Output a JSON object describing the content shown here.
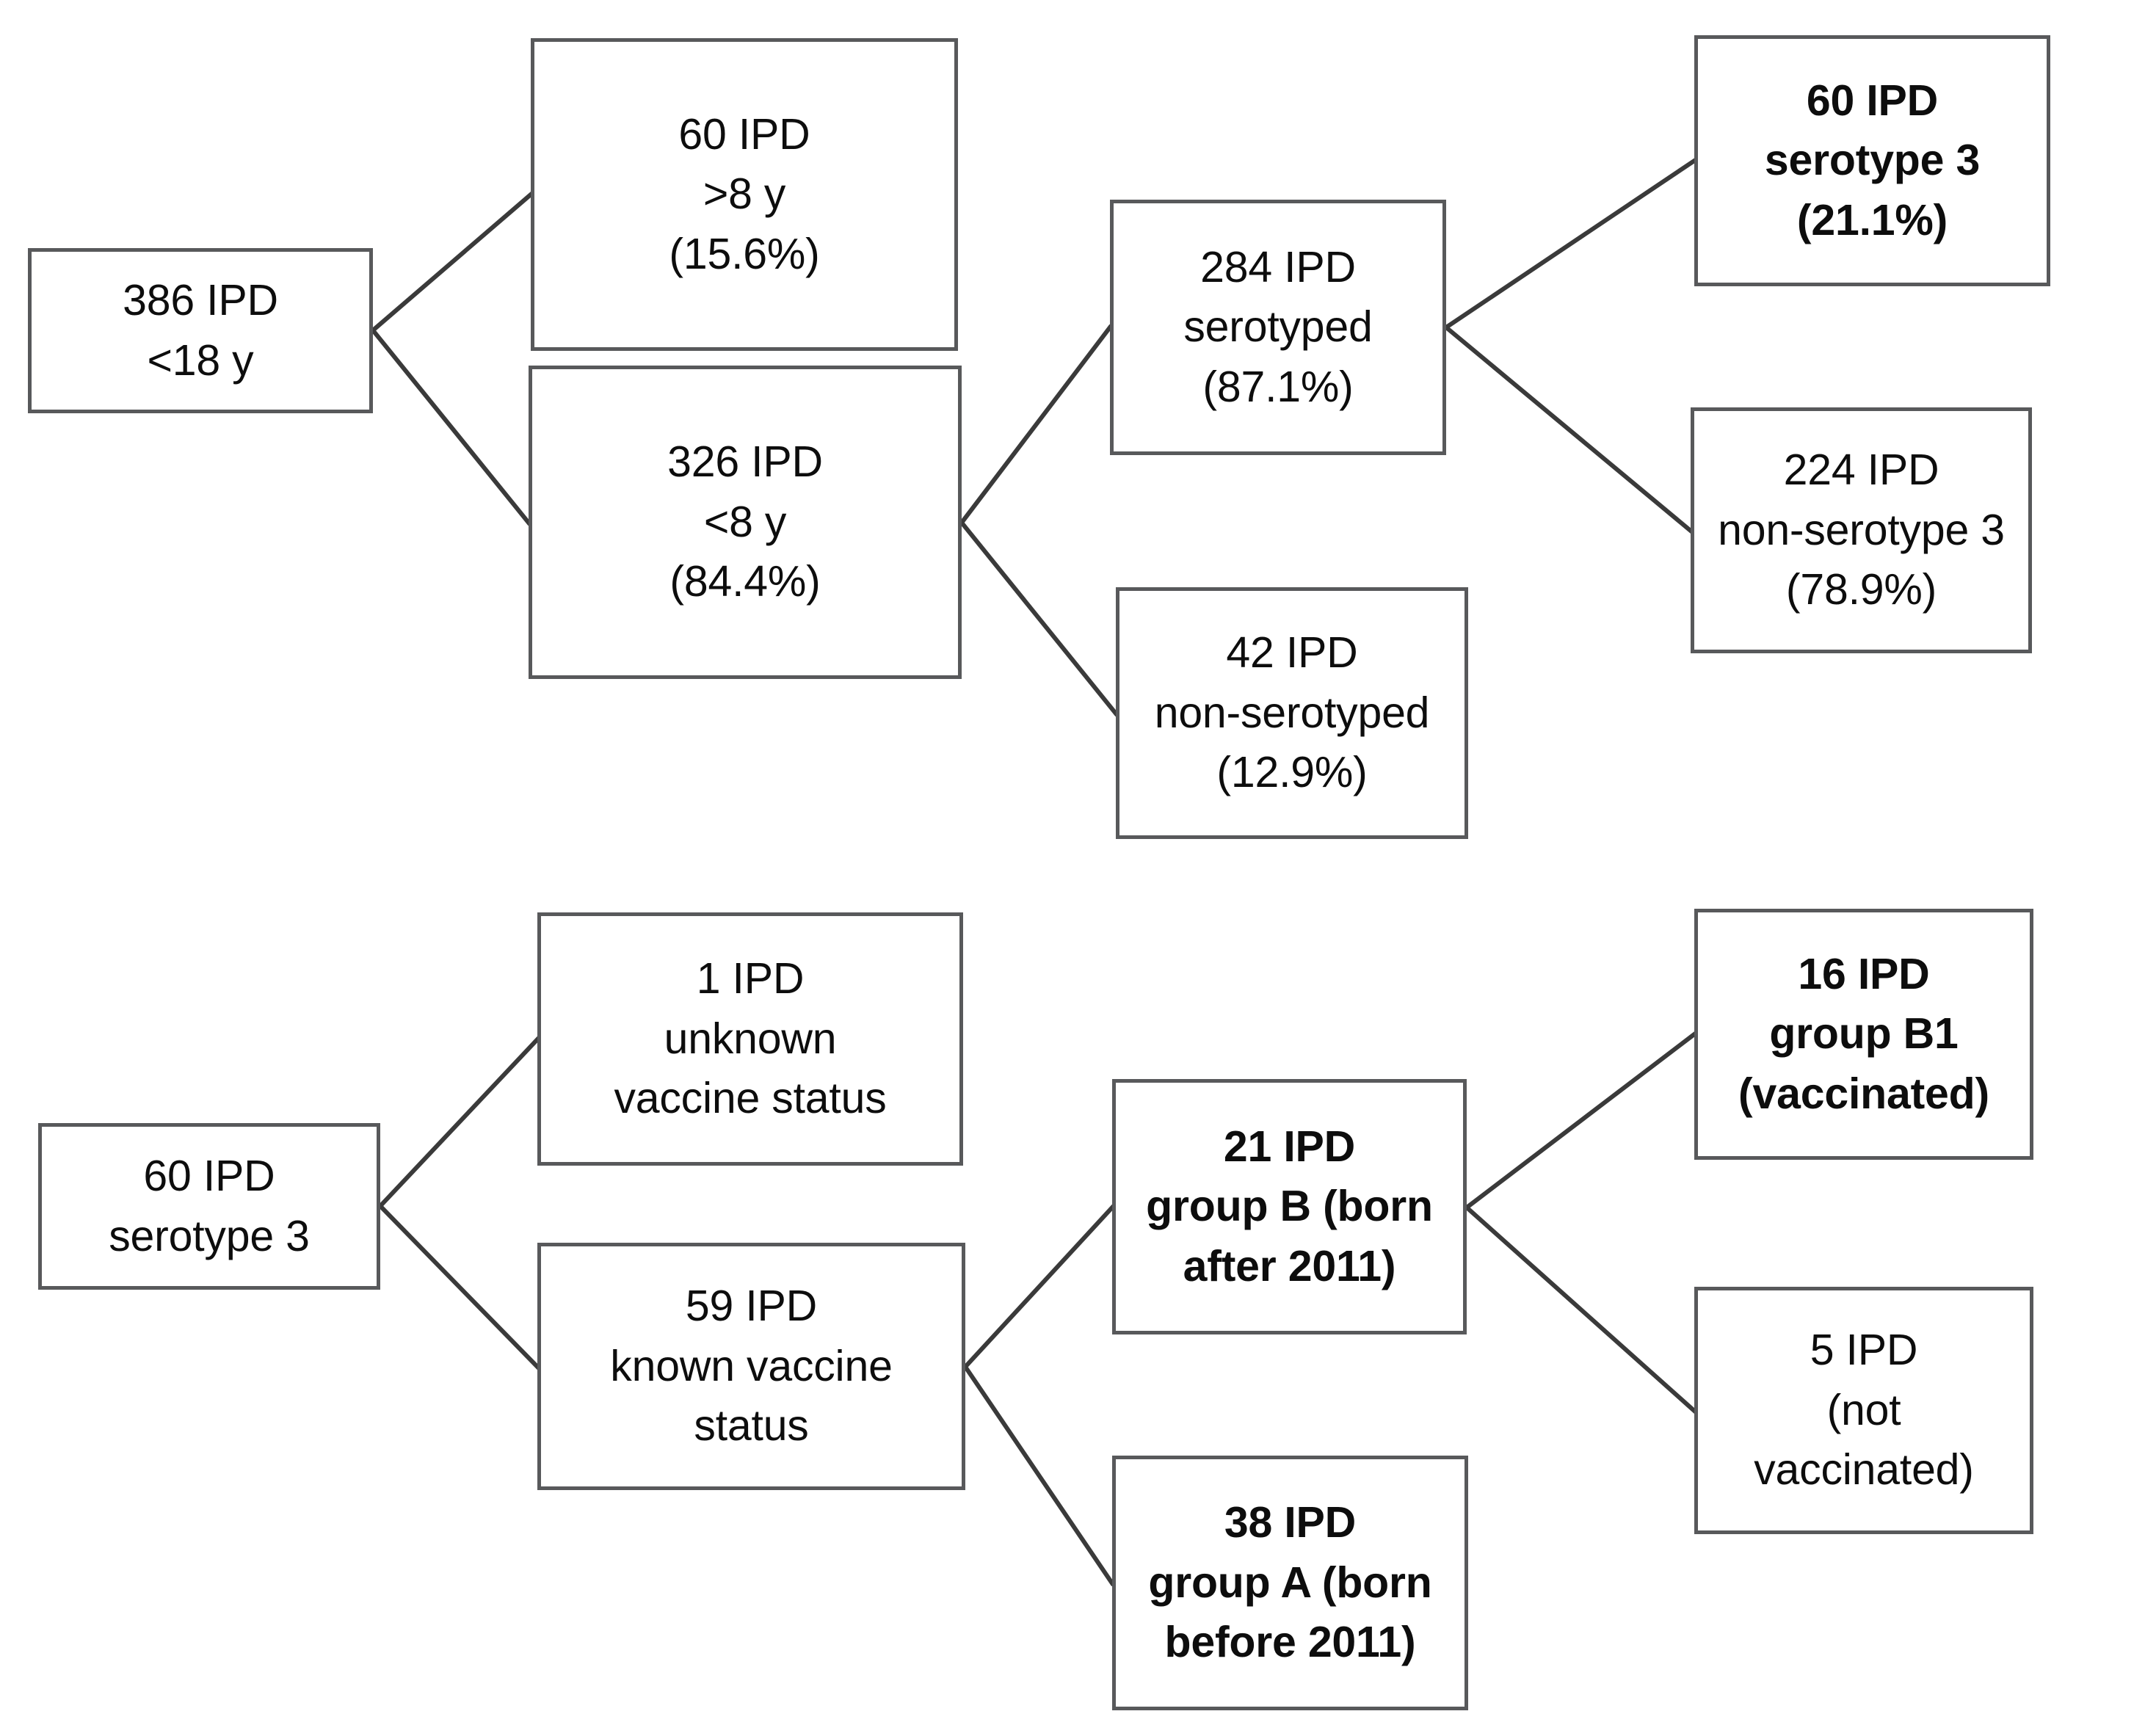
{
  "diagram": {
    "title": "IPD serotype 3 patient flow diagram",
    "style": {
      "box_border_color": "#58595b",
      "text_color": "#0d0d0d",
      "background_color": "#ffffff",
      "connector_color": "#3a3a3a"
    },
    "charts": [
      {
        "id": "cohort-breakdown",
        "nodes": [
          {
            "id": "n-386",
            "bold": false,
            "lines": [
              "386 IPD",
              "<18 y"
            ]
          },
          {
            "id": "n-60-over8",
            "bold": false,
            "lines": [
              "60 IPD",
              ">8 y",
              "(15.6%)"
            ]
          },
          {
            "id": "n-326-under8",
            "bold": false,
            "lines": [
              "326 IPD",
              "<8 y",
              "(84.4%)"
            ]
          },
          {
            "id": "n-284-serotyped",
            "bold": false,
            "lines": [
              "284 IPD",
              "serotyped",
              "(87.1%)"
            ]
          },
          {
            "id": "n-42-nonserotyped",
            "bold": false,
            "lines": [
              "42 IPD",
              "non-serotyped",
              "(12.9%)"
            ]
          },
          {
            "id": "n-60-serotype3",
            "bold": true,
            "lines": [
              "60 IPD",
              "serotype 3",
              "(21.1%)"
            ]
          },
          {
            "id": "n-224-nonserotype3",
            "bold": false,
            "lines": [
              "224 IPD",
              "non-serotype 3",
              "(78.9%)"
            ]
          }
        ]
      },
      {
        "id": "vaccine-status-breakdown",
        "nodes": [
          {
            "id": "n-60-serotype3-root",
            "bold": false,
            "lines": [
              "60 IPD",
              "serotype 3"
            ]
          },
          {
            "id": "n-1-unknown",
            "bold": false,
            "lines": [
              "1 IPD",
              "unknown",
              "vaccine status"
            ]
          },
          {
            "id": "n-59-known",
            "bold": false,
            "lines": [
              "59 IPD",
              "known vaccine",
              "status"
            ]
          },
          {
            "id": "n-21-groupb",
            "bold": true,
            "lines": [
              "21 IPD",
              "group B (born",
              "after 2011)"
            ]
          },
          {
            "id": "n-38-groupa",
            "bold": true,
            "lines": [
              "38 IPD",
              "group A (born",
              "before 2011)"
            ]
          },
          {
            "id": "n-16-groupb1",
            "bold": true,
            "lines": [
              "16 IPD",
              "group B1",
              "(vaccinated)"
            ]
          },
          {
            "id": "n-5-notvaccinated",
            "bold": false,
            "lines": [
              "5 IPD",
              "(not",
              "vaccinated)"
            ]
          }
        ]
      }
    ]
  },
  "chart_data": {
    "type": "diagram",
    "subtype": "flowchart",
    "title": "IPD cohort and serotype 3 vaccine status flow",
    "charts": [
      {
        "name": "cohort-breakdown",
        "root": "386 IPD <18 y",
        "root_count": 386,
        "nodes": [
          {
            "label": "386 IPD <18 y",
            "count": 386,
            "percent": null,
            "level": 0
          },
          {
            "label": "60 IPD >8 y",
            "count": 60,
            "percent": 15.6,
            "level": 1
          },
          {
            "label": "326 IPD <8 y",
            "count": 326,
            "percent": 84.4,
            "level": 1
          },
          {
            "label": "284 IPD serotyped",
            "count": 284,
            "percent": 87.1,
            "level": 2
          },
          {
            "label": "42 IPD non-serotyped",
            "count": 42,
            "percent": 12.9,
            "level": 2
          },
          {
            "label": "60 IPD serotype 3",
            "count": 60,
            "percent": 21.1,
            "level": 3,
            "emphasis": true
          },
          {
            "label": "224 IPD non-serotype 3",
            "count": 224,
            "percent": 78.9,
            "level": 3
          }
        ],
        "edges": [
          [
            "386 IPD <18 y",
            "60 IPD >8 y"
          ],
          [
            "386 IPD <18 y",
            "326 IPD <8 y"
          ],
          [
            "326 IPD <8 y",
            "284 IPD serotyped"
          ],
          [
            "326 IPD <8 y",
            "42 IPD non-serotyped"
          ],
          [
            "284 IPD serotyped",
            "60 IPD serotype 3"
          ],
          [
            "284 IPD serotyped",
            "224 IPD non-serotype 3"
          ]
        ]
      },
      {
        "name": "vaccine-status-breakdown",
        "root": "60 IPD serotype 3",
        "root_count": 60,
        "nodes": [
          {
            "label": "60 IPD serotype 3",
            "count": 60,
            "percent": null,
            "level": 0
          },
          {
            "label": "1 IPD unknown vaccine status",
            "count": 1,
            "percent": null,
            "level": 1
          },
          {
            "label": "59 IPD known vaccine status",
            "count": 59,
            "percent": null,
            "level": 1
          },
          {
            "label": "21 IPD group B (born after 2011)",
            "count": 21,
            "percent": null,
            "level": 2,
            "emphasis": true
          },
          {
            "label": "38 IPD group A (born before 2011)",
            "count": 38,
            "percent": null,
            "level": 2,
            "emphasis": true
          },
          {
            "label": "16 IPD group B1 (vaccinated)",
            "count": 16,
            "percent": null,
            "level": 3,
            "emphasis": true
          },
          {
            "label": "5 IPD (not vaccinated)",
            "count": 5,
            "percent": null,
            "level": 3
          }
        ],
        "edges": [
          [
            "60 IPD serotype 3",
            "1 IPD unknown vaccine status"
          ],
          [
            "60 IPD serotype 3",
            "59 IPD known vaccine status"
          ],
          [
            "59 IPD known vaccine status",
            "21 IPD group B (born after 2011)"
          ],
          [
            "59 IPD known vaccine status",
            "38 IPD group A (born before 2011)"
          ],
          [
            "21 IPD group B (born after 2011)",
            "16 IPD group B1 (vaccinated)"
          ],
          [
            "21 IPD group B (born after 2011)",
            "5 IPD (not vaccinated)"
          ]
        ]
      }
    ]
  }
}
